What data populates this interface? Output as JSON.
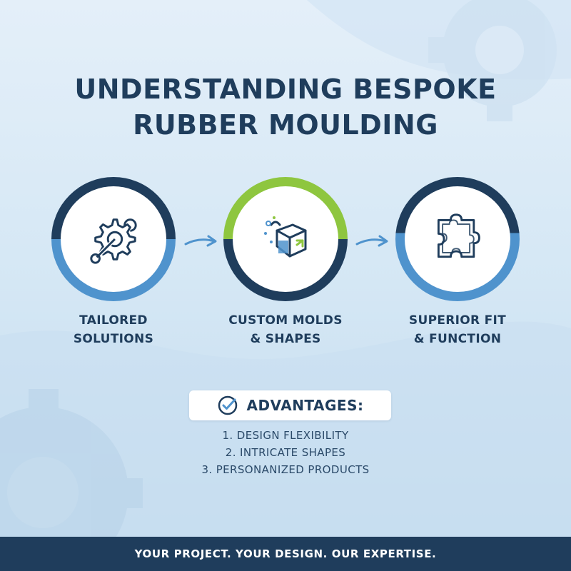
{
  "title": {
    "line1": "UNDERSTANDING BESPOKE",
    "line2": "RUBBER MOULDING"
  },
  "steps": [
    {
      "icon": "gear-wrench-icon",
      "line1": "TAILORED",
      "line2": "SOLUTIONS"
    },
    {
      "icon": "custom-mold-shape-icon",
      "line1": "CUSTOM MOLDS",
      "line2": "& SHAPES"
    },
    {
      "icon": "puzzle-piece-icon",
      "line1": "SUPERIOR FIT",
      "line2": "& FUNCTION"
    }
  ],
  "advantages": {
    "icon": "check-circle-icon",
    "title": "ADVANTAGES:",
    "items": [
      "1. DESIGN FLEXIBILITY",
      "2. INTRICATE SHAPES",
      "3. PERSONANIZED PRODUCTS"
    ]
  },
  "footer": {
    "text": "YOUR PROJECT. YOUR DESIGN. OUR EXPERTISE."
  },
  "colors": {
    "navy": "#1f3d5c",
    "blue": "#4f93cd",
    "green": "#8ec63f",
    "background": "#dbeaf6"
  }
}
